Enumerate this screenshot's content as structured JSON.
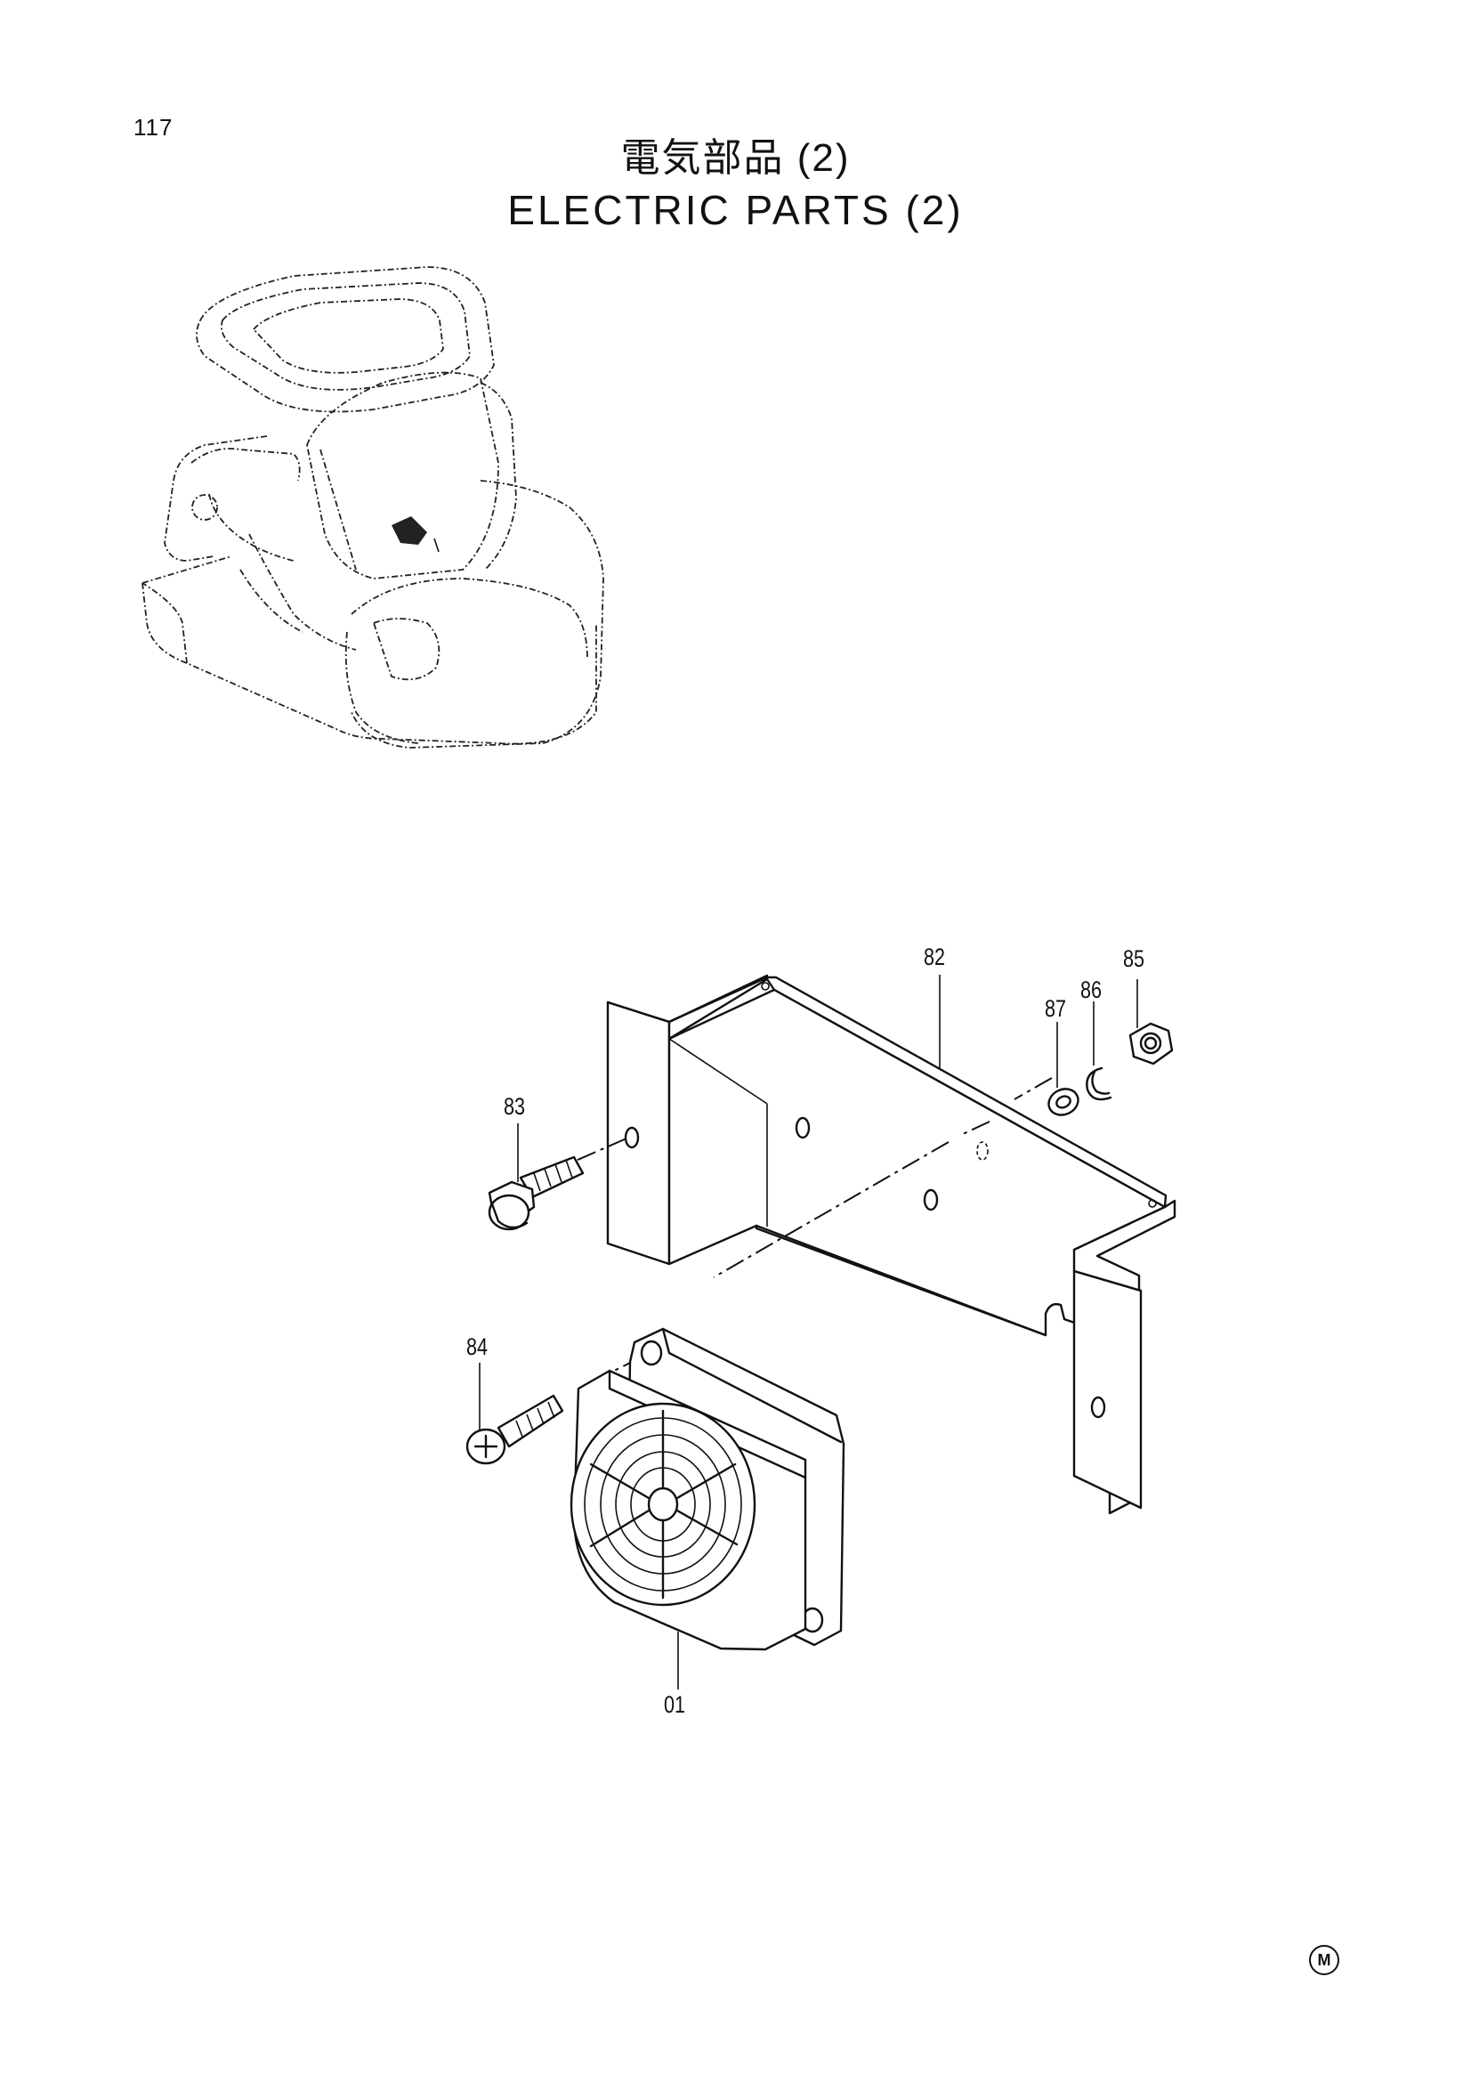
{
  "page": {
    "number": "117",
    "title_jp": "電気部品 (2)",
    "title_en": "ELECTRIC PARTS (2)",
    "corner_mark": "M"
  },
  "callouts": [
    {
      "id": "82",
      "label": "82"
    },
    {
      "id": "85",
      "label": "85"
    },
    {
      "id": "86",
      "label": "86"
    },
    {
      "id": "87",
      "label": "87"
    },
    {
      "id": "83",
      "label": "83"
    },
    {
      "id": "84",
      "label": "84"
    },
    {
      "id": "01",
      "label": "01"
    }
  ]
}
